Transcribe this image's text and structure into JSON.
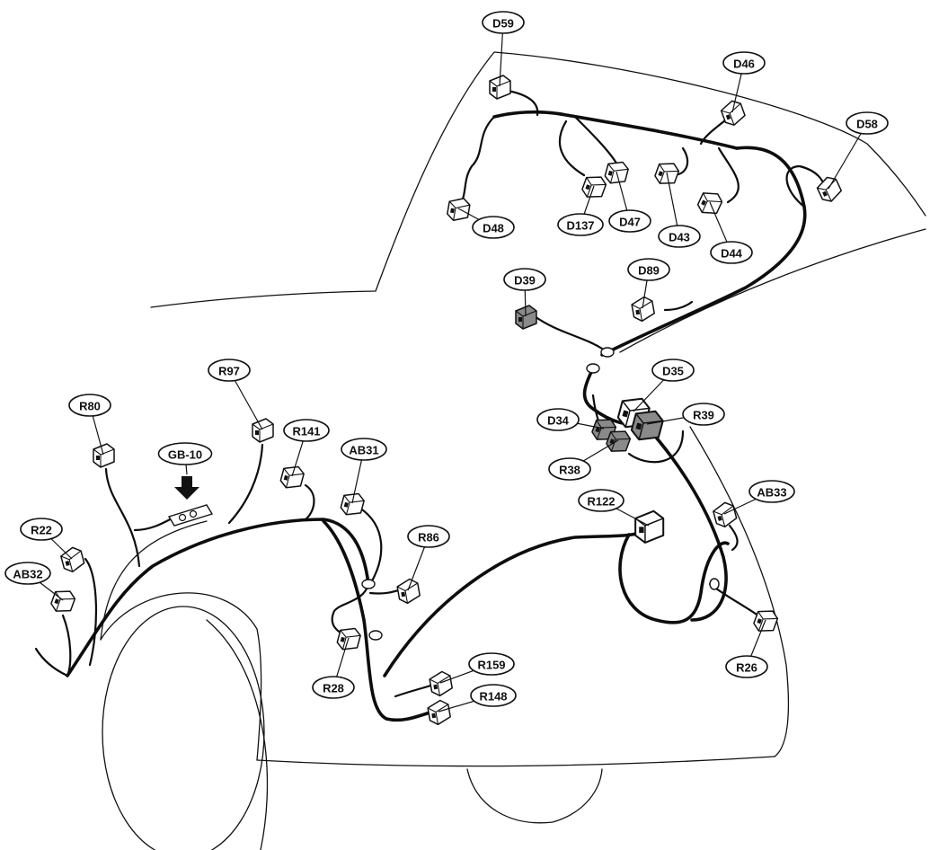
{
  "colors": {
    "line": "#111111",
    "connector_white": "#ffffff",
    "connector_gray": "#8a8a8a",
    "background": "#ffffff"
  },
  "connectors": [
    {
      "id": "d59",
      "label": "D59",
      "shade": "white"
    },
    {
      "id": "d46",
      "label": "D46",
      "shade": "white"
    },
    {
      "id": "d58",
      "label": "D58",
      "shade": "white"
    },
    {
      "id": "d48",
      "label": "D48",
      "shade": "white"
    },
    {
      "id": "d137",
      "label": "D137",
      "shade": "white"
    },
    {
      "id": "d47",
      "label": "D47",
      "shade": "white"
    },
    {
      "id": "d43",
      "label": "D43",
      "shade": "white"
    },
    {
      "id": "d44",
      "label": "D44",
      "shade": "white"
    },
    {
      "id": "d39",
      "label": "D39",
      "shade": "gray"
    },
    {
      "id": "d89",
      "label": "D89",
      "shade": "white"
    },
    {
      "id": "d35",
      "label": "D35",
      "shade": "white"
    },
    {
      "id": "d34",
      "label": "D34",
      "shade": "gray"
    },
    {
      "id": "r39",
      "label": "R39",
      "shade": "gray"
    },
    {
      "id": "r38",
      "label": "R38",
      "shade": "gray"
    },
    {
      "id": "ab33",
      "label": "AB33",
      "shade": "white"
    },
    {
      "id": "r122",
      "label": "R122",
      "shade": "white"
    },
    {
      "id": "r26",
      "label": "R26",
      "shade": "white"
    },
    {
      "id": "r97",
      "label": "R97",
      "shade": "white"
    },
    {
      "id": "r80",
      "label": "R80",
      "shade": "white"
    },
    {
      "id": "r141",
      "label": "R141",
      "shade": "white"
    },
    {
      "id": "ab31",
      "label": "AB31",
      "shade": "white"
    },
    {
      "id": "r86",
      "label": "R86",
      "shade": "white"
    },
    {
      "id": "r22",
      "label": "R22",
      "shade": "white"
    },
    {
      "id": "ab32",
      "label": "AB32",
      "shade": "white"
    },
    {
      "id": "r28",
      "label": "R28",
      "shade": "white"
    },
    {
      "id": "r159",
      "label": "R159",
      "shade": "white"
    },
    {
      "id": "r148",
      "label": "R148",
      "shade": "white"
    }
  ],
  "ground": {
    "id": "gb10",
    "label": "GB-10"
  }
}
